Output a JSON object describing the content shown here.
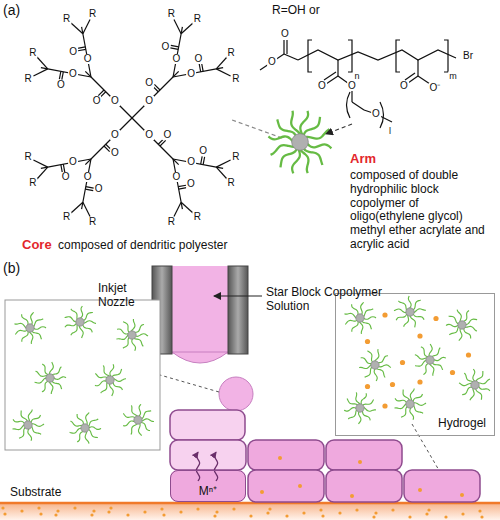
{
  "diagram": {
    "nodes": [
      {
        "text": [
          "Hydrogel"
        ]
      },
      {
        "text": [
          "Mⁿ⁺"
        ]
      },
      {
        "text": [
          "Substrate"
        ]
      }
    ],
    "labels": [
      "(a)",
      "R=OH or",
      "Br",
      "n",
      "m",
      "l",
      "O",
      "O",
      "O",
      "O",
      "O",
      "O",
      "O⁻",
      "Core",
      "composed of dendritic polyester",
      "Arm",
      "composed of double hydrophilic block copolymer of oligo(ethylene glycol) methyl ether acrylate and acrylic acid",
      "(b)",
      "Inkjet Nozzle",
      "Star Block Copolymer Solution",
      "R",
      "R",
      "R",
      "R",
      "R",
      "R",
      "R",
      "R",
      "R",
      "R",
      "R",
      "R",
      "R",
      "R",
      "R",
      "R",
      "O",
      "O",
      "O",
      "O",
      "O",
      "O",
      "O",
      "O",
      "O",
      "O",
      "O",
      "O",
      "O",
      "O",
      "O",
      "O",
      "O",
      "O",
      "O",
      "O",
      "O",
      "O",
      "O",
      "O"
    ]
  }
}
